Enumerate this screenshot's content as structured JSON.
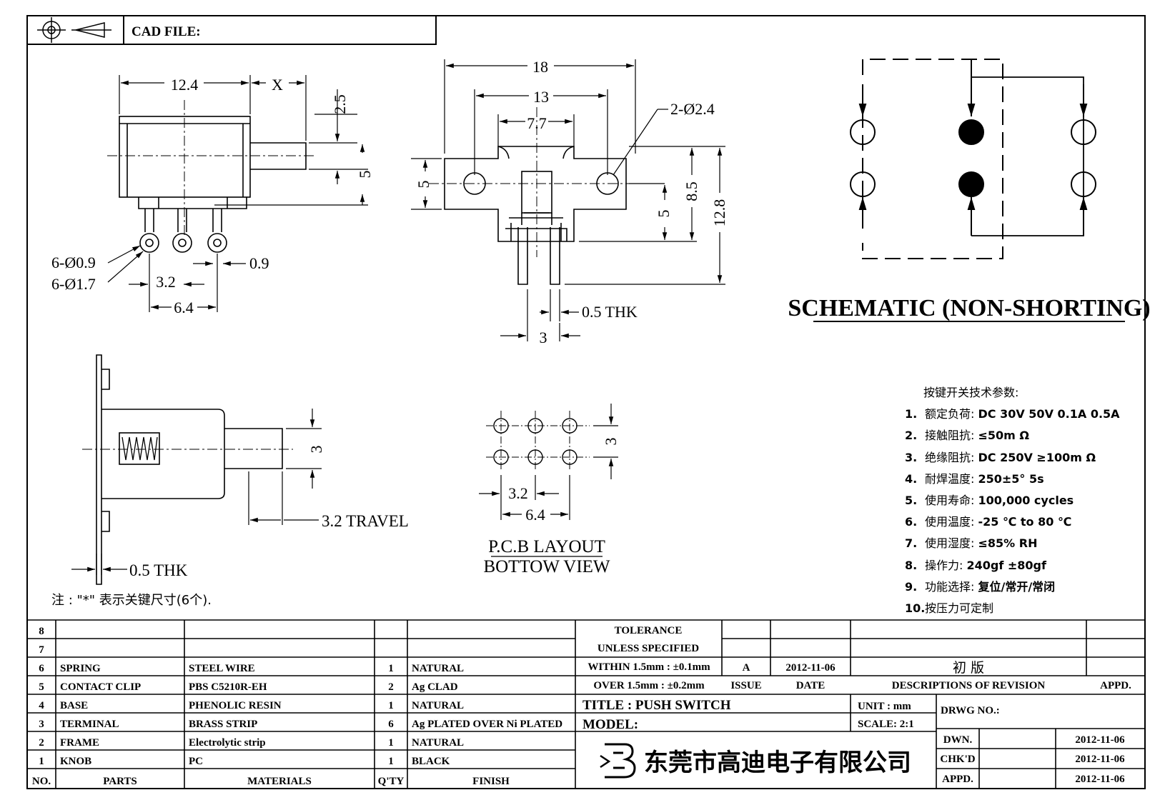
{
  "header": {
    "cad_file_label": "CAD FILE:"
  },
  "side_view": {
    "dim_width": "12.4",
    "dim_x": "X",
    "dim_height_a": "2.5",
    "dim_height_b": "5",
    "hole_a": "6-Ø0.9",
    "hole_b": "6-Ø1.7",
    "pitch": "3.2",
    "pin_w": "0.9",
    "span": "6.4"
  },
  "front_view": {
    "dim_total": "18",
    "dim_holes": "13",
    "dim_body": "7.7",
    "mount_hole": "2-Ø2.4",
    "dim_flange": "5",
    "dim_lower": "5",
    "dim_mid": "8.5",
    "dim_total_h": "12.8",
    "thk": "0.5 THK",
    "pin_gap": "3"
  },
  "section_view": {
    "dim_knob": "3",
    "travel": "3.2 TRAVEL",
    "thk": "0.5 THK"
  },
  "pcb": {
    "dim_row": "3",
    "dim_pitch": "3.2",
    "dim_span": "6.4",
    "title_line1": "P.C.B LAYOUT",
    "title_line2": "BOTTOW VIEW"
  },
  "schematic": {
    "title": "SCHEMATIC (NON-SHORTING)"
  },
  "specs": {
    "heading": "按键开关技术参数:",
    "items": [
      {
        "num": "1.",
        "label": "额定负荷: ",
        "value": "DC 30V 50V    0.1A  0.5A"
      },
      {
        "num": "2.",
        "label": "接触阻抗: ",
        "value": "≤50m Ω"
      },
      {
        "num": "3.",
        "label": "绝缘阻抗: ",
        "value": "DC 250V  ≥100m Ω"
      },
      {
        "num": "4.",
        "label": "耐焊温度: ",
        "value": "250±5°    5s"
      },
      {
        "num": "5.",
        "label": "使用寿命: ",
        "value": "100,000 cycles"
      },
      {
        "num": "6.",
        "label": "使用温度: ",
        "value": "-25  ℃  to 80  ℃"
      },
      {
        "num": "7.",
        "label": "使用湿度: ",
        "value": "≤85% RH"
      },
      {
        "num": "8.",
        "label": "操作力: ",
        "value": "240gf  ±80gf"
      },
      {
        "num": "9.",
        "label": "功能选择: ",
        "value": "复位/常开/常闭"
      },
      {
        "num": "10.",
        "label": "按压力可定制",
        "value": ""
      }
    ]
  },
  "note": "注 :  \"*\"   表示关键尺寸(6个).",
  "bom": {
    "rows": [
      {
        "no": "8",
        "part": "",
        "material": "",
        "qty": "",
        "finish": ""
      },
      {
        "no": "7",
        "part": "",
        "material": "",
        "qty": "",
        "finish": ""
      },
      {
        "no": "6",
        "part": "SPRING",
        "material": "STEEL WIRE",
        "qty": "1",
        "finish": "NATURAL"
      },
      {
        "no": "5",
        "part": "CONTACT CLIP",
        "material": "PBS C5210R-EH",
        "qty": "2",
        "finish": "Ag CLAD"
      },
      {
        "no": "4",
        "part": "BASE",
        "material": "PHENOLIC RESIN",
        "qty": "1",
        "finish": "NATURAL"
      },
      {
        "no": "3",
        "part": "TERMINAL",
        "material": "BRASS STRIP",
        "qty": "6",
        "finish": "Ag PLATED OVER Ni PLATED"
      },
      {
        "no": "2",
        "part": "FRAME",
        "material": "Electrolytic strip",
        "qty": "1",
        "finish": "NATURAL"
      },
      {
        "no": "1",
        "part": "KNOB",
        "material": "PC",
        "qty": "1",
        "finish": "BLACK"
      }
    ],
    "headers": {
      "no": "NO.",
      "part": "PARTS",
      "material": "MATERIALS",
      "qty": "Q'TY",
      "finish": "FINISH"
    }
  },
  "title_block": {
    "tolerance_l1": "TOLERANCE",
    "tolerance_l2": "UNLESS  SPECIFIED",
    "tol_within": "WITHIN 1.5mm : ±0.1mm",
    "tol_over": "OVER 1.5mm : ±0.2mm",
    "rev_issue": "A",
    "rev_date": "2012-11-06",
    "rev_desc": "初 版",
    "hdr_issue": "ISSUE",
    "hdr_date": "DATE",
    "hdr_desc": "DESCRIPTIONS  OF  REVISION",
    "hdr_appd": "APPD.",
    "title": "TITLE :   PUSH  SWITCH",
    "unit": "UNIT :   mm",
    "drwg_no": "DRWG NO.:",
    "model": "MODEL:",
    "scale": "SCALE:   2:1",
    "company": "东莞市高迪电子有限公司",
    "dwn_label": "DWN.",
    "dwn_date": "2012-11-06",
    "chk_label": "CHK'D",
    "chk_date": "2012-11-06",
    "appd_label": "APPD.",
    "appd_date": "2012-11-06"
  }
}
